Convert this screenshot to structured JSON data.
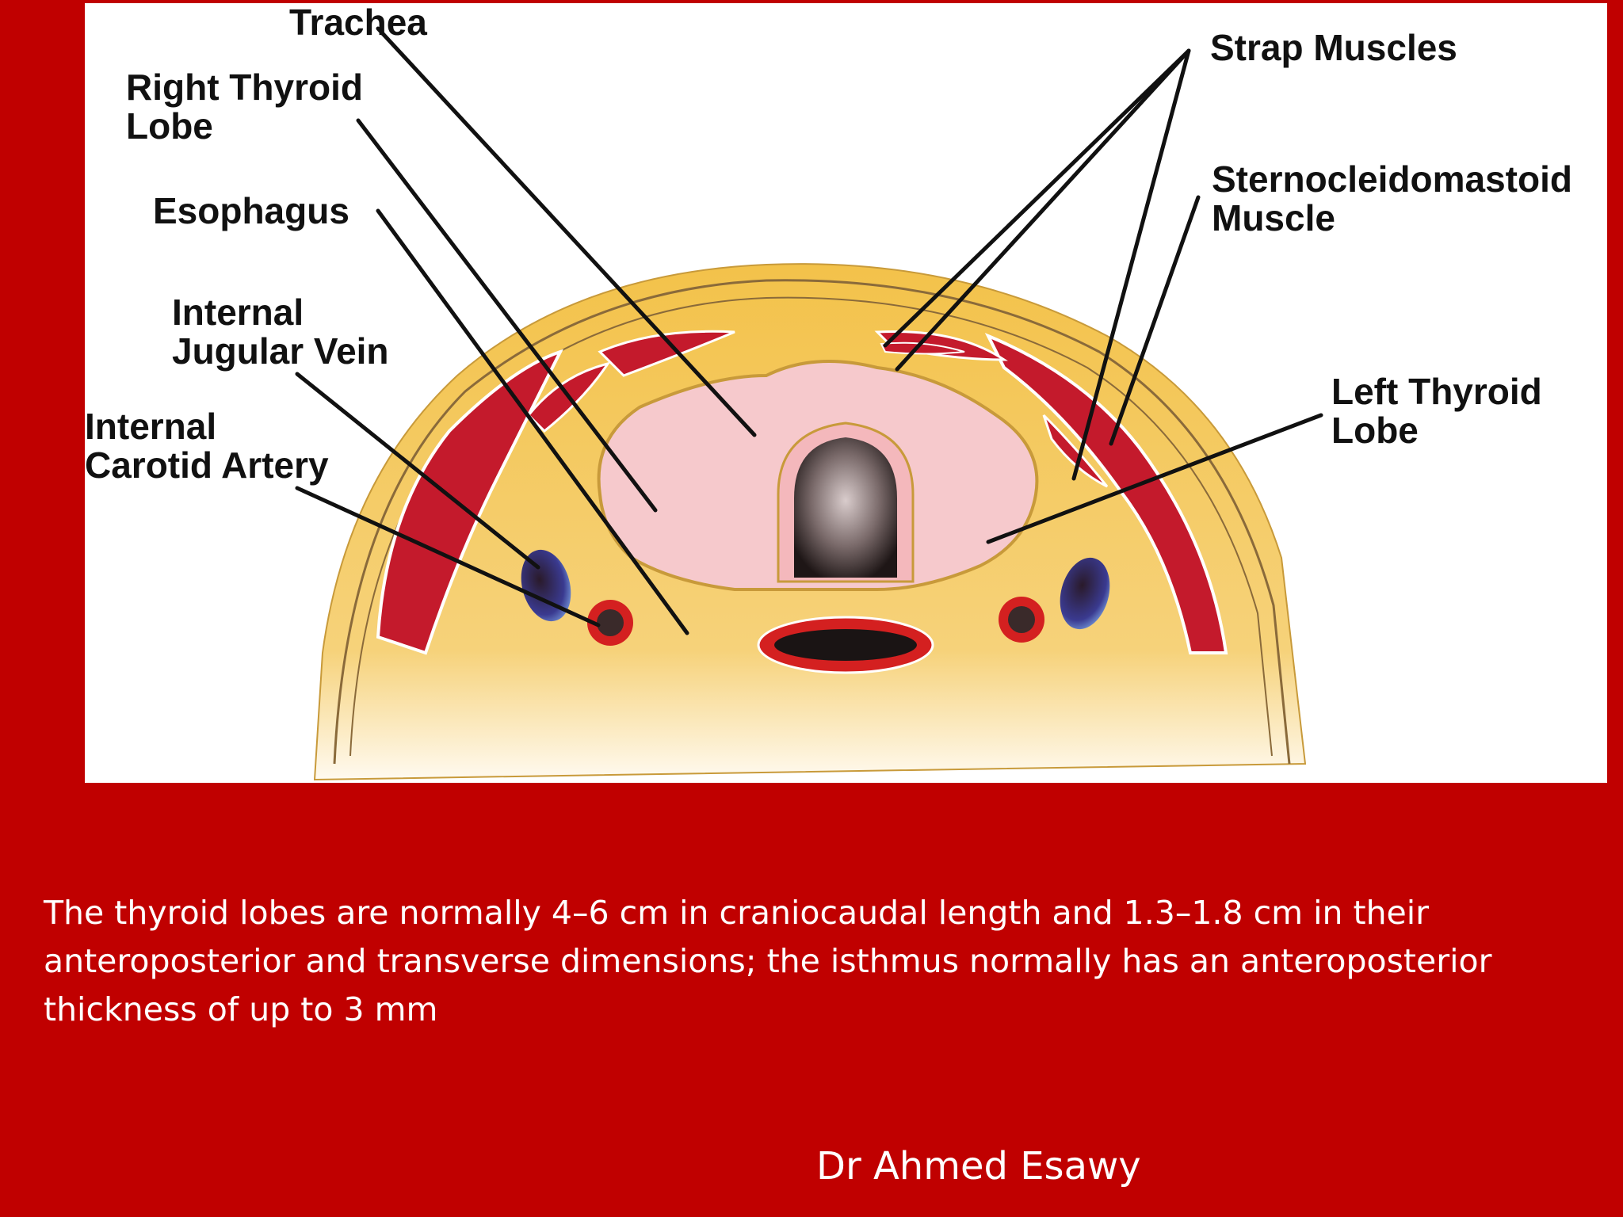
{
  "slide": {
    "caption": "The thyroid lobes are normally 4–6 cm in craniocaudal length and 1.3–1.8 cm in their anteroposterior and transverse dimensions; the isthmus normally has an anteroposterior thickness of up to 3 mm",
    "author": "Dr Ahmed Esawy",
    "background_color": "#c00000"
  },
  "diagram": {
    "labels": {
      "trachea": "Trachea",
      "right_thyroid_lobe": [
        "Right Thyroid",
        "Lobe"
      ],
      "esophagus": "Esophagus",
      "internal_jugular_vein": [
        "Internal",
        "Jugular Vein"
      ],
      "internal_carotid_artery": [
        "Internal",
        "Carotid Artery"
      ],
      "strap_muscles": "Strap Muscles",
      "sternocleidomastoid_muscle": [
        "Sternocleidomastoid",
        "Muscle"
      ],
      "left_thyroid_lobe": [
        "Left Thyroid",
        "Lobe"
      ]
    },
    "colors": {
      "fat": "#f3c24a",
      "muscle": "#c41a2c",
      "thyroid": "#f6c9cc",
      "airway": "#3a2d2d",
      "vein": "#3c3c8c",
      "artery_wall": "#d42020"
    }
  }
}
